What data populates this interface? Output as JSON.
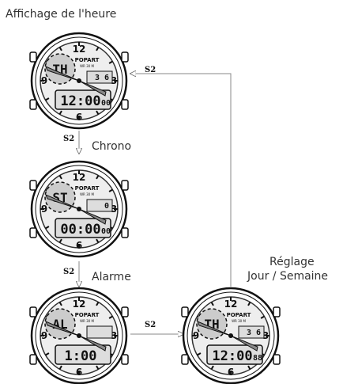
{
  "labels": {
    "time_display": "Affichage de l'heure",
    "chrono": "Chrono",
    "alarm": "Alarme",
    "set_day_week_line1": "Réglage",
    "set_day_week_line2": "Jour / Semaine"
  },
  "button": "S2",
  "watches": [
    {
      "mode": "TH",
      "brand": "POPART",
      "wr": "WR 30 M",
      "top": "3 6",
      "time": "12:00",
      "sec": "00"
    },
    {
      "mode": "ST",
      "brand": "POPART",
      "wr": "WR 30 M",
      "top": "0",
      "time": "00:00",
      "sec": "00"
    },
    {
      "mode": "AL",
      "brand": "POPART",
      "wr": "WR 30 M",
      "top": "",
      "time": "1:00",
      "sec": ""
    },
    {
      "mode": "TH",
      "brand": "POPART",
      "wr": "WR 30 M",
      "top": "3 6",
      "time": "12:00",
      "sec": "88"
    }
  ]
}
